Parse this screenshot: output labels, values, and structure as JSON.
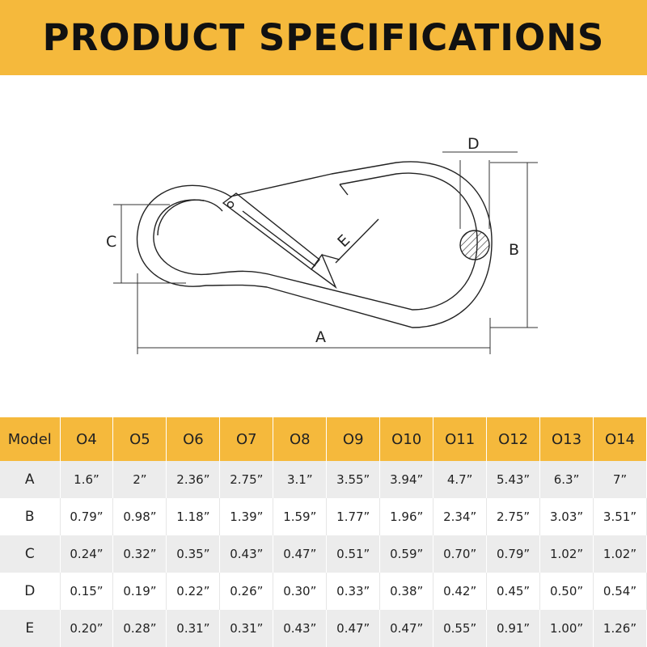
{
  "banner": {
    "title": "PRODUCT SPECIFICATIONS"
  },
  "diagram": {
    "labels": {
      "a": "A",
      "b": "B",
      "c": "C",
      "d": "D",
      "e": "E"
    }
  },
  "table": {
    "header_label": "Model",
    "models": [
      "O4",
      "O5",
      "O6",
      "O7",
      "O8",
      "O9",
      "O10",
      "O11",
      "O12",
      "O13",
      "O14"
    ],
    "rows": [
      {
        "label": "A",
        "values": [
          "1.6”",
          "2”",
          "2.36”",
          "2.75”",
          "3.1”",
          "3.55”",
          "3.94”",
          "4.7”",
          "5.43”",
          "6.3”",
          "7”"
        ]
      },
      {
        "label": "B",
        "values": [
          "0.79”",
          "0.98”",
          "1.18”",
          "1.39”",
          "1.59”",
          "1.77”",
          "1.96”",
          "2.34”",
          "2.75”",
          "3.03”",
          "3.51”"
        ]
      },
      {
        "label": "C",
        "values": [
          "0.24”",
          "0.32”",
          "0.35”",
          "0.43”",
          "0.47”",
          "0.51”",
          "0.59”",
          "0.70”",
          "0.79”",
          "1.02”",
          "1.02”"
        ]
      },
      {
        "label": "D",
        "values": [
          "0.15”",
          "0.19”",
          "0.22”",
          "0.26”",
          "0.30”",
          "0.33”",
          "0.38”",
          "0.42”",
          "0.45”",
          "0.50”",
          "0.54”"
        ]
      },
      {
        "label": "E",
        "values": [
          "0.20”",
          "0.28”",
          "0.31”",
          "0.31”",
          "0.43”",
          "0.47”",
          "0.47”",
          "0.55”",
          "0.91”",
          "1.00”",
          "1.26”"
        ]
      }
    ]
  }
}
